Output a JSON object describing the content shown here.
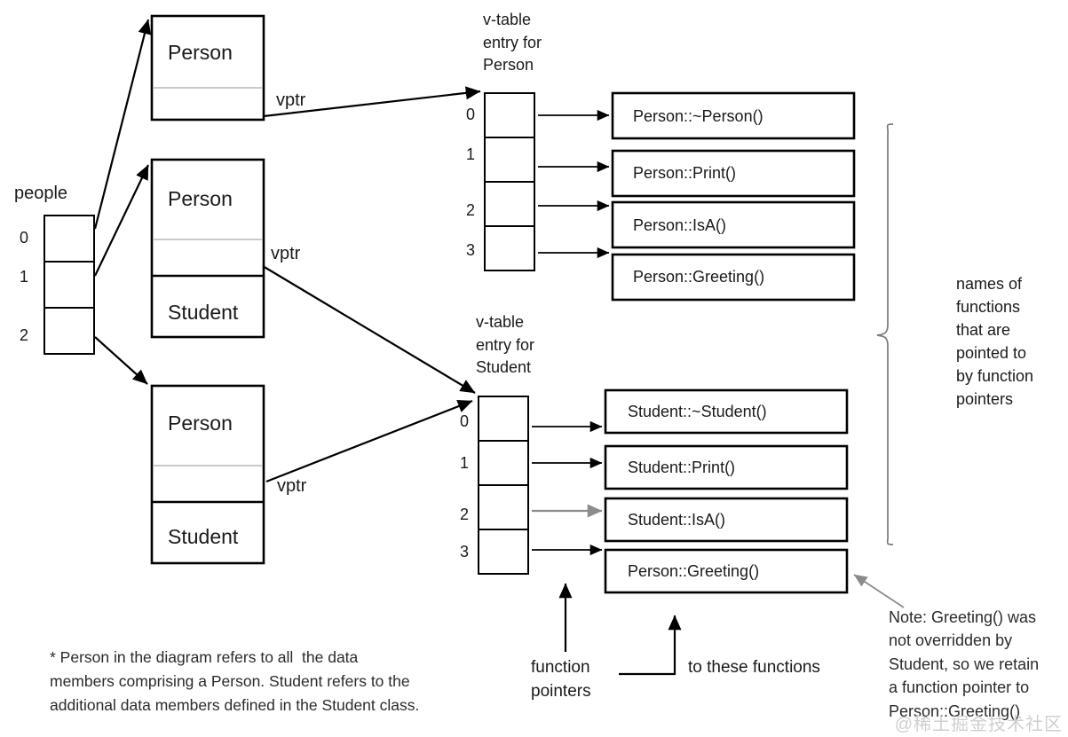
{
  "diagram": {
    "title_context": "C++ v-table / vptr object layout diagram",
    "array": {
      "name": "people",
      "indices": [
        "0",
        "1",
        "2"
      ]
    },
    "objects": [
      {
        "top_label": "Person",
        "vptr_label": "vptr",
        "bottom_label": ""
      },
      {
        "top_label": "Person",
        "vptr_label": "vptr",
        "bottom_label": "Student"
      },
      {
        "top_label": "Person",
        "vptr_label": "vptr",
        "bottom_label": "Student"
      }
    ],
    "vtables": [
      {
        "caption": "v-table\nentry for\nPerson",
        "indices": [
          "0",
          "1",
          "2",
          "3"
        ],
        "functions": [
          "Person::~Person()",
          "Person::Print()",
          "Person::IsA()",
          "Person::Greeting()"
        ]
      },
      {
        "caption": "v-table\nentry for\nStudent",
        "indices": [
          "0",
          "1",
          "2",
          "3"
        ],
        "functions": [
          "Student::~Student()",
          "Student::Print()",
          "Student::IsA()",
          "Person::Greeting()"
        ]
      }
    ],
    "annotations": {
      "brace_text": "names of\nfunctions\nthat are\npointed to\nby function\npointers",
      "note_text": "Note: Greeting() was\nnot overridden by\nStudent, so we retain\na function pointer to\nPerson::Greeting()",
      "function_pointers_label": "function\npointers",
      "to_these_functions_label": "to these functions",
      "footnote": "* Person in the diagram refers to all  the data\nmembers comprising a Person. Student refers to the\nadditional data members defined in the Student class.",
      "watermark": "@稀土掘金技术社区"
    },
    "colors": {
      "stroke": "#000000",
      "faint_divider": "#b9b9b9",
      "gray_arrow": "#8c8c8c",
      "brace": "#7a7a7a",
      "watermark": "#cfcfcf",
      "background": "#ffffff"
    }
  }
}
